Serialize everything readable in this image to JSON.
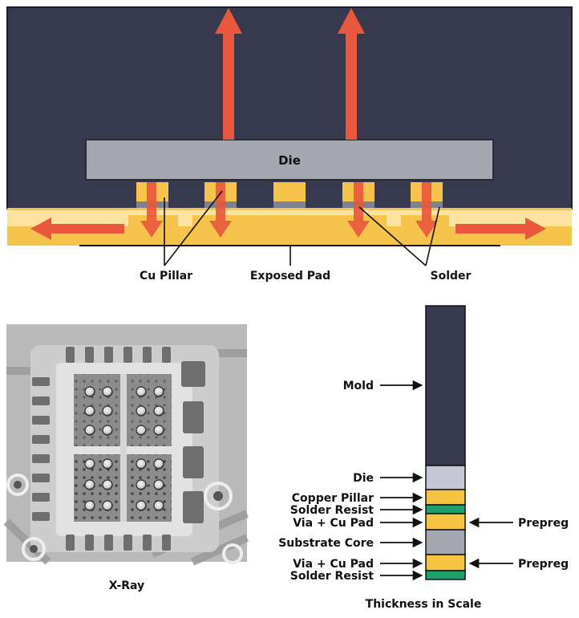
{
  "cross_section": {
    "die_label": "Die",
    "callouts": {
      "cu_pillar": "Cu Pillar",
      "exposed_pad": "Exposed Pad",
      "solder": "Solder"
    }
  },
  "xray": {
    "caption": "X-Ray"
  },
  "stackup": {
    "caption": "Thickness in Scale",
    "layers": [
      {
        "name": "Mold",
        "color": "#373a4e"
      },
      {
        "name": "Die",
        "color": "#c5c8d4"
      },
      {
        "name": "Copper Pillar",
        "color": "#f5c542"
      },
      {
        "name": "Solder Resist",
        "color": "#1fa06a"
      },
      {
        "name": "Via + Cu Pad",
        "color": "#f5c542"
      },
      {
        "name": "Substrate Core",
        "color": "#a4a6b0"
      },
      {
        "name": "Via + Cu Pad",
        "color": "#f5c542"
      },
      {
        "name": "Solder Resist",
        "color": "#1fa06a"
      }
    ],
    "right_labels": [
      "Prepreg",
      "Prepreg"
    ]
  },
  "colors": {
    "mold": "#373a4e",
    "die": "#a4a6b0",
    "copper": "#f5c542",
    "laminate": "#fde7a8",
    "solder": "#7d8190",
    "heat_arrow": "#e9573c"
  }
}
